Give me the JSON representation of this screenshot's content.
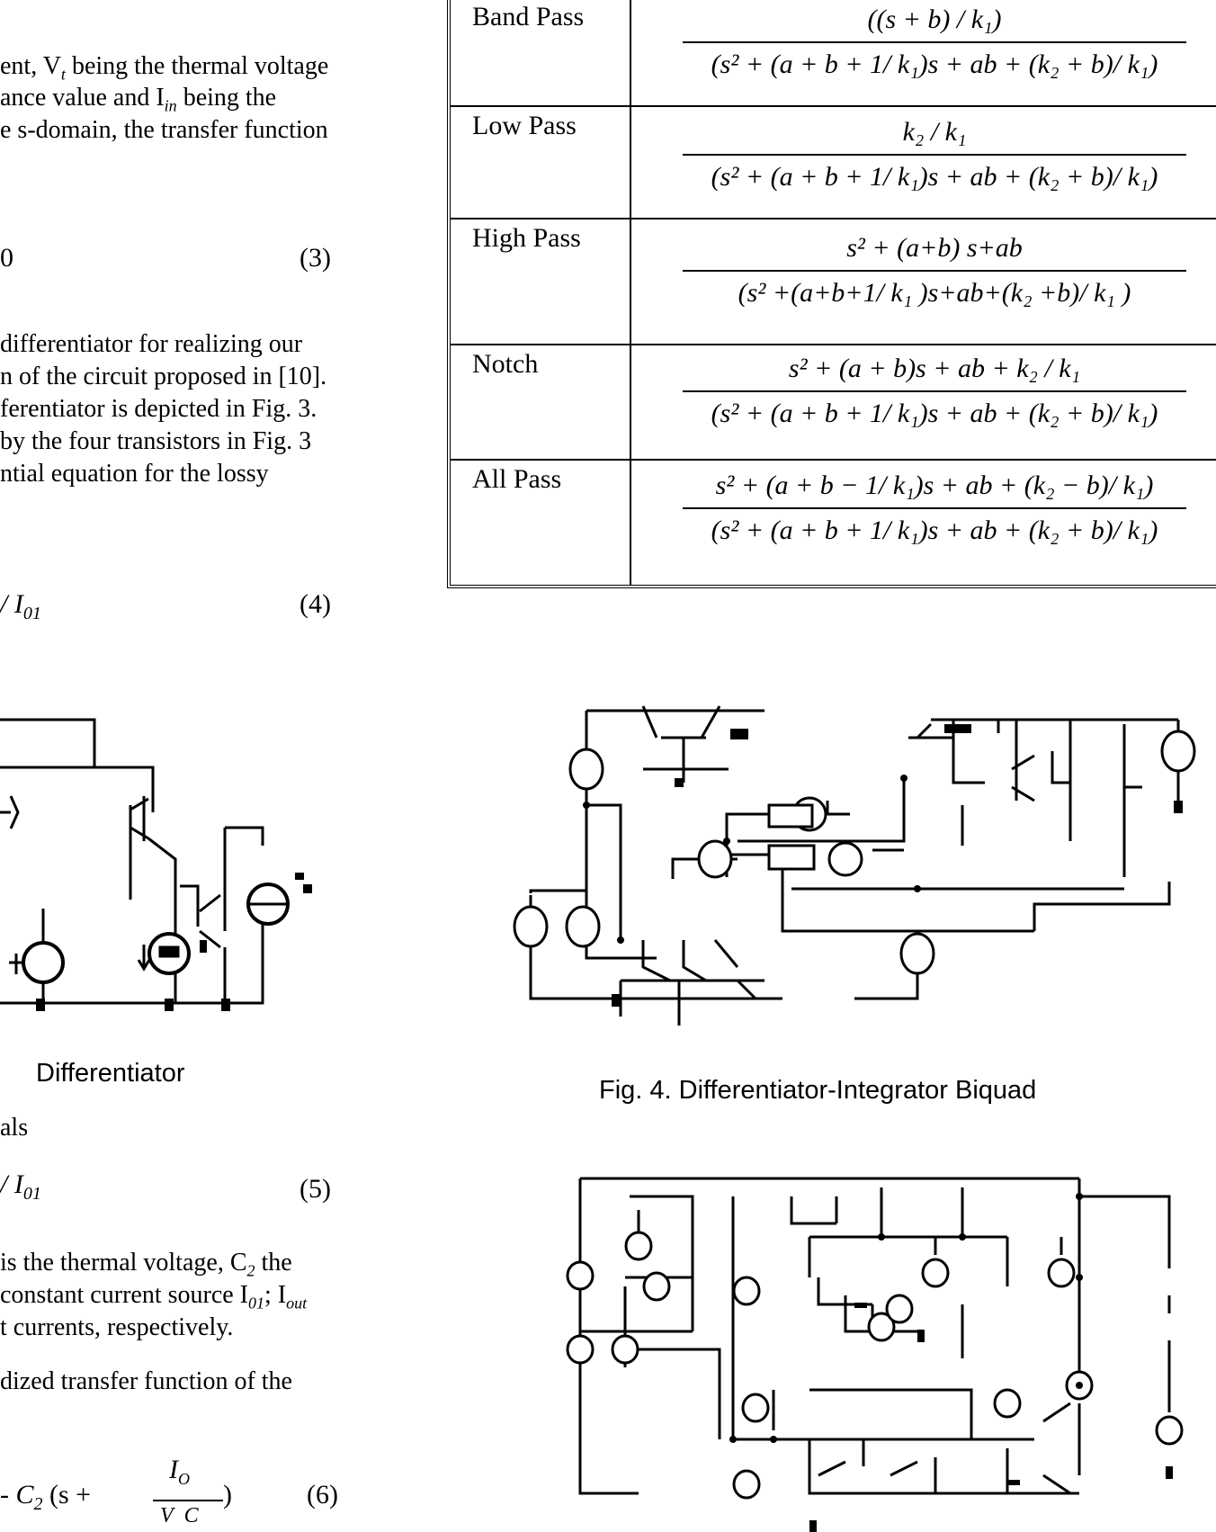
{
  "left_text": {
    "l1": "ent, V",
    "l1b": "t",
    "l1c": " being the thermal voltage",
    "l2a": "ance   value   and   I",
    "l2b": "in",
    "l2c": "   being   the",
    "l3": "e s-domain, the transfer function",
    "eq3_left": "0",
    "eq3_num": "(3)",
    "p2_l1": "differentiator   for   realizing   our",
    "p2_l2": "n of the circuit proposed in [10].",
    "p2_l3": "ferentiator is depicted in Fig. 3.",
    "p2_l4": "by  the  four  transistors  in  Fig.  3",
    "p2_l5": "ntial    equation    for    the    lossy",
    "eq4_left": "/ I",
    "eq4_sub": "01",
    "eq4_num": "(4)",
    "fig3_caption": "Differentiator",
    "equals_text": "als",
    "eq5_left": "/ I",
    "eq5_sub": "01",
    "eq5_num": "(5)",
    "p3_l1a": "is  the  thermal  voltage,  C",
    "p3_l1b": "2",
    "p3_l1c": "  the",
    "p3_l2a": "constant  current  source  I",
    "p3_l2b": "01",
    "p3_l2c": ";  I",
    "p3_l2d": "out",
    "p3_l3": "t currents, respectively.",
    "p4_l1": "dized   transfer   function   of   the",
    "eq6_c": "C",
    "eq6_c_sub": "2",
    "eq6_s": "(s +",
    "eq6_i": "I",
    "eq6_i_sub": "O",
    "eq6_close": ")",
    "eq6_den": "V",
    "eq6_den_c": "C",
    "eq6_num": "(6)"
  },
  "table": {
    "rows": [
      {
        "label": "Band Pass",
        "num": "((s + b) / k₁)",
        "den": "(s² + (a + b + 1/ k₁)s + ab + (k₂ + b)/ k₁)"
      },
      {
        "label": "Low Pass",
        "num": "k₂ / k₁",
        "den": "(s² + (a + b + 1/ k₁)s + ab + (k₂ + b)/ k₁)"
      },
      {
        "label": "High Pass",
        "num": "s² + (a+b) s+ab",
        "den": "(s² +(a+b+1/ k₁ )s+ab+(k₂ +b)/ k₁ )"
      },
      {
        "label": "Notch",
        "num": "s² + (a + b)s + ab + k₂ / k₁",
        "den": "(s² + (a + b + 1/ k₁)s + ab + (k₂ + b)/ k₁)"
      },
      {
        "label": "All Pass",
        "num": "s² + (a + b − 1/ k₁)s + ab + (k₂ − b)/ k₁)",
        "den": "(s² + (a + b + 1/ k₁)s + ab + (k₂ + b)/ k₁)"
      }
    ]
  },
  "fig4_caption": "Fig. 4. Differentiator-Integrator Biquad"
}
